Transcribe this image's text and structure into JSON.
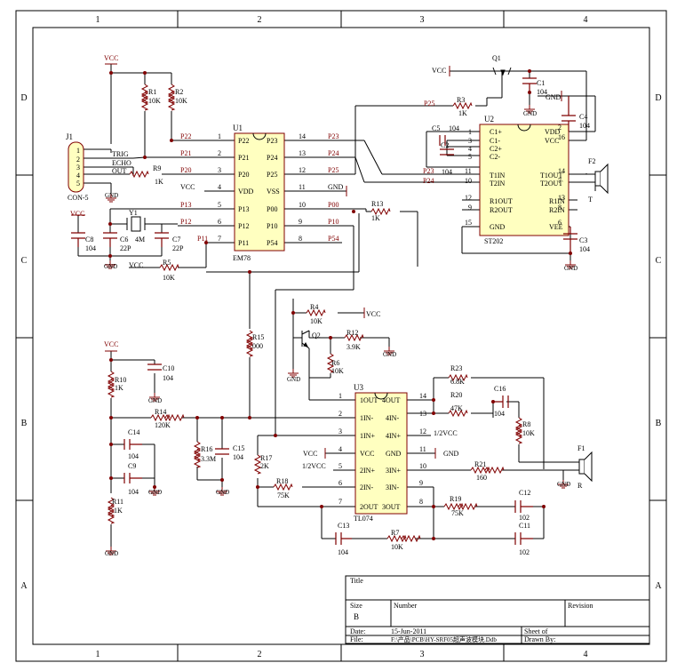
{
  "zones": {
    "top": [
      "1",
      "2",
      "3",
      "4"
    ],
    "side": [
      "D",
      "C",
      "B",
      "A"
    ]
  },
  "parts": {
    "j1": {
      "ref": "J1",
      "value": "CON-5",
      "pins": [
        "1",
        "2",
        "3",
        "4",
        "5"
      ],
      "signals": [
        "TRIG",
        "ECHO",
        "OUT"
      ]
    },
    "r1": {
      "ref": "R1",
      "value": "10K"
    },
    "r2": {
      "ref": "R2",
      "value": "10K"
    },
    "r9": {
      "ref": "R9",
      "value": "1K"
    },
    "r5": {
      "ref": "R5",
      "value": "10K"
    },
    "c8": {
      "ref": "C8",
      "value": "104"
    },
    "c6": {
      "ref": "C6",
      "value": "22P"
    },
    "c7": {
      "ref": "C7",
      "value": "22P"
    },
    "y1": {
      "ref": "Y1",
      "value": "4M"
    },
    "u1": {
      "ref": "U1",
      "value": "EM78",
      "left_pins": [
        {
          "num": "1",
          "name": "P22",
          "net": "P22"
        },
        {
          "num": "2",
          "name": "P21",
          "net": "P21"
        },
        {
          "num": "3",
          "name": "P20",
          "net": "P20"
        },
        {
          "num": "4",
          "name": "VDD",
          "net": "VCC"
        },
        {
          "num": "5",
          "name": "P13",
          "net": "P13"
        },
        {
          "num": "6",
          "name": "P12",
          "net": "P12"
        },
        {
          "num": "7",
          "name": "P11",
          "net": "P11"
        }
      ],
      "right_pins": [
        {
          "num": "14",
          "name": "P23",
          "net": "P23"
        },
        {
          "num": "13",
          "name": "P24",
          "net": "P24"
        },
        {
          "num": "12",
          "name": "P25",
          "net": "P25"
        },
        {
          "num": "11",
          "name": "VSS",
          "net": "GND"
        },
        {
          "num": "10",
          "name": "P00",
          "net": "P00"
        },
        {
          "num": "9",
          "name": "P10",
          "net": "P10"
        },
        {
          "num": "8",
          "name": "P54",
          "net": "P54"
        }
      ]
    },
    "q1": {
      "ref": "Q1"
    },
    "r3": {
      "ref": "R3",
      "value": "1K",
      "net": "P25"
    },
    "c1": {
      "ref": "C1",
      "value": "104"
    },
    "c4": {
      "ref": "C4",
      "value": "104"
    },
    "c5": {
      "ref": "C5",
      "value": "104"
    },
    "c2": {
      "ref": "C2",
      "value": "104"
    },
    "c3": {
      "ref": "C3",
      "value": "104"
    },
    "u2": {
      "ref": "U2",
      "value": "ST202",
      "left_pins": [
        {
          "num": "1",
          "name": "C1+"
        },
        {
          "num": "3",
          "name": "C1-"
        },
        {
          "num": "4",
          "name": "C2+"
        },
        {
          "num": "5",
          "name": "C2-"
        },
        {
          "num": "11",
          "name": "T1IN"
        },
        {
          "num": "10",
          "name": "T2IN"
        },
        {
          "num": "12",
          "name": "R1OUT"
        },
        {
          "num": "9",
          "name": "R2OUT"
        },
        {
          "num": "15",
          "name": "GND"
        }
      ],
      "right_pins": [
        {
          "num": "2",
          "name": "VDD"
        },
        {
          "num": "16",
          "name": "VCC"
        },
        {
          "num": "14",
          "name": "T1OUT"
        },
        {
          "num": "7",
          "name": "T2OUT"
        },
        {
          "num": "13",
          "name": "R1IN"
        },
        {
          "num": "8",
          "name": "R2IN"
        },
        {
          "num": "6",
          "name": "VEE"
        }
      ],
      "nets": [
        "P23",
        "P24"
      ]
    },
    "f2": {
      "ref": "F2",
      "value": "T"
    },
    "r13": {
      "ref": "R13",
      "value": "1K"
    },
    "r4": {
      "ref": "R4",
      "value": "10K"
    },
    "q2": {
      "ref": "Q2"
    },
    "r12": {
      "ref": "R12",
      "value": "3.9K"
    },
    "r6": {
      "ref": "R6",
      "value": "10K"
    },
    "r15": {
      "ref": "R15",
      "value": "000"
    },
    "r10": {
      "ref": "R10",
      "value": "1K"
    },
    "c10": {
      "ref": "C10",
      "value": "104"
    },
    "r14": {
      "ref": "R14",
      "value": "120K"
    },
    "c14": {
      "ref": "C14",
      "value": "104"
    },
    "c9": {
      "ref": "C9",
      "value": "104"
    },
    "r11": {
      "ref": "R11",
      "value": "1K"
    },
    "r16": {
      "ref": "R16",
      "value": "3.3M"
    },
    "c15": {
      "ref": "C15",
      "value": "104"
    },
    "r17": {
      "ref": "R17",
      "value": "2K"
    },
    "r18": {
      "ref": "R18",
      "value": "75K"
    },
    "u3": {
      "ref": "U3",
      "value": "TL074",
      "left_pins": [
        {
          "num": "1",
          "name": "1OUT"
        },
        {
          "num": "2",
          "name": "1IN-"
        },
        {
          "num": "3",
          "name": "1IN+"
        },
        {
          "num": "4",
          "name": "VCC"
        },
        {
          "num": "5",
          "name": "2IN+"
        },
        {
          "num": "6",
          "name": "2IN-"
        },
        {
          "num": "7",
          "name": "2OUT"
        }
      ],
      "right_pins": [
        {
          "num": "14",
          "name": "4OUT"
        },
        {
          "num": "13",
          "name": "4IN-"
        },
        {
          "num": "12",
          "name": "4IN+"
        },
        {
          "num": "11",
          "name": "GND"
        },
        {
          "num": "10",
          "name": "3IN+"
        },
        {
          "num": "9",
          "name": "3IN-"
        },
        {
          "num": "8",
          "name": "3OUT"
        }
      ],
      "half_vcc": "1/2VCC"
    },
    "r23": {
      "ref": "R23",
      "value": "6.8K"
    },
    "r20": {
      "ref": "R20",
      "value": "47K"
    },
    "c16": {
      "ref": "C16",
      "value": "104"
    },
    "r8": {
      "ref": "R8",
      "value": "10K"
    },
    "r21": {
      "ref": "R21",
      "value": "160"
    },
    "f1": {
      "ref": "F1",
      "value": "R"
    },
    "r19": {
      "ref": "R19",
      "value": "75K"
    },
    "c12": {
      "ref": "C12",
      "value": "102"
    },
    "c13": {
      "ref": "C13",
      "value": "104"
    },
    "r7": {
      "ref": "R7",
      "value": "10K"
    },
    "c11": {
      "ref": "C11",
      "value": "102"
    }
  },
  "power": {
    "vcc": "VCC",
    "gnd": "GND"
  },
  "title_block": {
    "title_label": "Title",
    "size_label": "Size",
    "size_value": "B",
    "number_label": "Number",
    "revision_label": "Revision",
    "date_label": "Date:",
    "date_value": "15-Jun-2011",
    "file_label": "File:",
    "file_value": "F:\\产品\\PCB\\HY-SRF05超声波模块.Ddb",
    "sheet_label": "Sheet   of",
    "drawn_label": "Drawn By:"
  }
}
